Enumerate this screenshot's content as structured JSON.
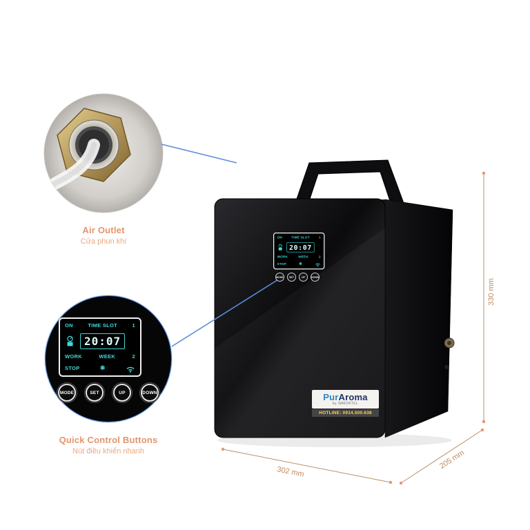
{
  "colors": {
    "accent_blue": "#5b8dd9",
    "caption_orange": "#e2956a",
    "lcd_cyan": "#3fd8d8",
    "dimension_text": "#c08a5e"
  },
  "display": {
    "on_label": "ON",
    "time_slot_label": "TIME SLOT",
    "time_slot_value": "1",
    "time": "20:07",
    "work_label": "WORK",
    "week_label": "WEEK",
    "week_value": "2",
    "stop_label": "STOP",
    "snowflake": "❄"
  },
  "buttons": {
    "mode": "MODE",
    "set": "SET",
    "up": "UP",
    "down": "DOWN"
  },
  "brand": {
    "pur": "Pur",
    "aroma": "Aroma",
    "byline": "by IMMORTEL",
    "hotline": "HOTLINE: 0914.500.638"
  },
  "callouts": {
    "air_outlet_title": "Air Outlet",
    "air_outlet_subtitle": "Cửa phun khí",
    "controls_title": "Quick Control Buttons",
    "controls_subtitle": "Nút điều khiển nhanh"
  },
  "dimensions": {
    "height": "330 mm",
    "width": "302 mm",
    "depth": "205 mm"
  }
}
